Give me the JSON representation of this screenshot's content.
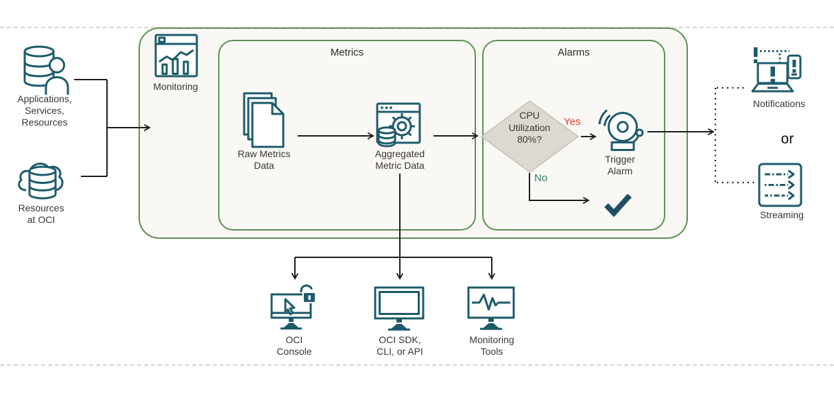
{
  "diagram": {
    "sources": [
      {
        "label": "Applications,\nServices,\nResources",
        "icon": "database-user-icon"
      },
      {
        "label": "Resources\nat OCI",
        "icon": "cloud-database-icon"
      }
    ],
    "monitoring": {
      "label": "Monitoring",
      "icon": "monitoring-window-chart-icon"
    },
    "metrics": {
      "title": "Metrics",
      "raw": {
        "label": "Raw Metrics\nData",
        "icon": "stacked-documents-icon"
      },
      "aggregated": {
        "label": "Aggregated\nMetric Data",
        "icon": "window-gear-database-icon"
      }
    },
    "alarms": {
      "title": "Alarms",
      "decision": {
        "label": "CPU\nUtilization\n80%?",
        "shape": "diamond"
      },
      "yes_label": "Yes",
      "no_label": "No",
      "trigger": {
        "label": "Trigger\nAlarm",
        "icon": "alarm-bell-icon"
      },
      "ok_icon": "checkmark-icon"
    },
    "outputs": {
      "notifications": {
        "label": "Notifications",
        "icon": "laptop-alert-phone-icon"
      },
      "or_label": "or",
      "streaming": {
        "label": "Streaming",
        "icon": "streaming-arrows-icon"
      }
    },
    "consumers": [
      {
        "label": "OCI\nConsole",
        "icon": "monitor-cursor-lock-icon"
      },
      {
        "label": "OCI SDK,\nCLI, or API",
        "icon": "monitor-icon"
      },
      {
        "label": "Monitoring\nTools",
        "icon": "monitor-pulse-icon"
      }
    ],
    "colors": {
      "icon_teal": "#1d5b6b",
      "border_green": "#5d9055",
      "container_fill": "#f8f7f3",
      "diamond_fill": "#dcd9d1",
      "diamond_border": "#c3bfb5",
      "yes_red": "#e03c31",
      "no_teal": "#2f7d6f",
      "check_teal": "#1d4e61",
      "text": "#3a3632",
      "arrow_black": "#1c1c1c",
      "dashed_gray": "#dbd7cf"
    }
  }
}
